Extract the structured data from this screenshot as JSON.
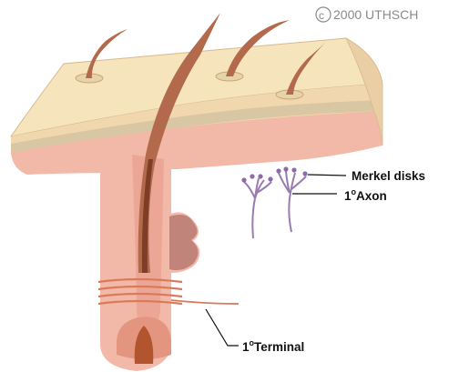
{
  "copyright": {
    "symbol": "c",
    "text": "2000 UTHSCH"
  },
  "labels": {
    "merkel_disks": "Merkel disks",
    "axon": {
      "superscript": "1",
      "degree": "o",
      "text": "Axon"
    },
    "terminal": {
      "superscript": "1",
      "degree": "o",
      "text": "Terminal"
    }
  },
  "colors": {
    "skin_top": "#f6e4bd",
    "skin_band": "#d9c7a4",
    "dermis": "#f2b8a8",
    "follicle": "#eaa090",
    "hair_shaft": "#b36a4c",
    "hair_dark": "#7d3d26",
    "gland": "#b77a72",
    "nerve_ring": "#d97a5c",
    "merkel_axon": "#9a7bb0"
  }
}
